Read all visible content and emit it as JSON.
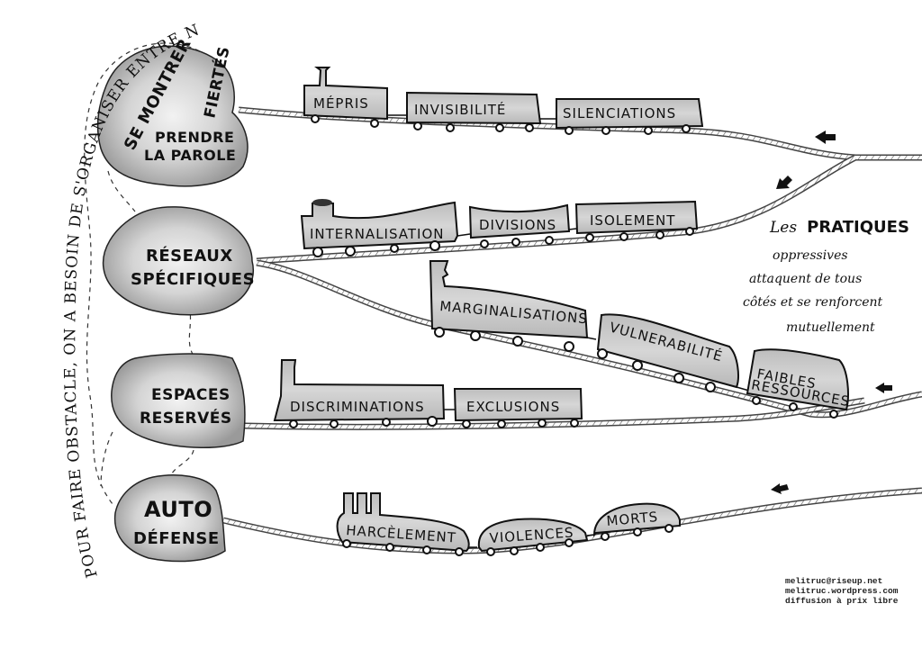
{
  "side_text": {
    "line": "POUR FAIRE OBSTACLE, ON A BESOIN DE S'ORGANISER ENTRE NOUS"
  },
  "blobs": [
    {
      "id": "fiertes",
      "lines": [
        "SE MONTRER",
        "FIERTÉS",
        "PRENDRE",
        "LA PAROLE"
      ]
    },
    {
      "id": "reseaux",
      "lines": [
        "RÉSEAUX",
        "SPÉCIFIQUES"
      ]
    },
    {
      "id": "espaces",
      "lines": [
        "ESPACES",
        "RESERVÉS"
      ]
    },
    {
      "id": "autodefense",
      "lines": [
        "AUTO",
        "DÉFENSE"
      ]
    }
  ],
  "trains": [
    {
      "id": "train-1",
      "wagons": [
        "MÉPRIS",
        "INVISIBILITÉ",
        "SILENCIATIONS"
      ]
    },
    {
      "id": "train-2",
      "wagons": [
        "INTERNALISATION",
        "DIVISIONS",
        "ISOLEMENT"
      ]
    },
    {
      "id": "train-3",
      "wagons": [
        "MARGINALISATIONS",
        "VULNERABILITÉ",
        "FAIBLES RESSOURCES"
      ]
    },
    {
      "id": "train-4",
      "wagons": [
        "DISCRIMINATIONS",
        "EXCLUSIONS"
      ]
    },
    {
      "id": "train-5",
      "wagons": [
        "HARCÈLEMENT",
        "VIOLENCES",
        "MORTS"
      ]
    }
  ],
  "note": {
    "prefix": "Les",
    "emphasis": "PRATIQUES",
    "lines": [
      "oppressives",
      "attaquent de tous",
      "côtés et se renforcent",
      "mutuellement"
    ]
  },
  "credits": {
    "email": "melitruc@riseup.net",
    "website": "melitruc.wordpress.com",
    "license": "diffusion à prix libre"
  },
  "colors": {
    "ink": "#111111",
    "fill": "#c9c9c9",
    "blob_fill": "#bdbdbd",
    "paper": "#ffffff"
  }
}
